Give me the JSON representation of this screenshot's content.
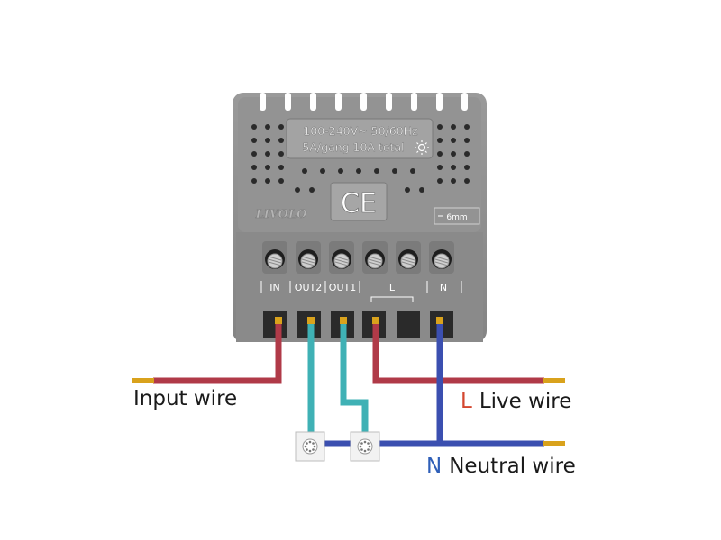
{
  "device": {
    "rating_line1": "100-240V~  50/60Hz",
    "rating_line2": "5A/gang 10A total",
    "ce_mark": "CE",
    "brand": "LIVOLO",
    "strip_length": "6mm",
    "terminals": [
      "IN",
      "OUT2",
      "OUT1",
      "L",
      "N"
    ]
  },
  "labels": {
    "input": {
      "text": "Input wire"
    },
    "live": {
      "prefix": "L",
      "text": "Live wire"
    },
    "neutral": {
      "prefix": "N",
      "text": "Neutral wire"
    }
  },
  "colors": {
    "body": "#8e8e8e",
    "body_dark": "#6f6f6f",
    "red_wire": "#b03a48",
    "teal_wire": "#3fb1b5",
    "blue_wire": "#3b4fb0",
    "copper": "#d9a21c",
    "live_letter": "#d4472f",
    "neutral_letter": "#2f5fb8"
  }
}
